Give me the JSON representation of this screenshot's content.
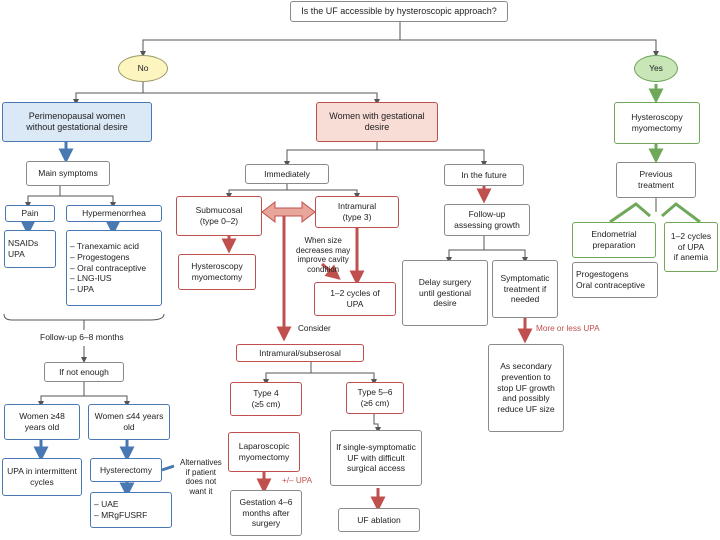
{
  "question": "Is the UF accessible by hysteroscopic approach?",
  "no": "No",
  "yes": "Yes",
  "left": {
    "header": "Perimenopausal women\nwithout gestational desire",
    "main_symptoms": "Main symptoms",
    "pain": "Pain",
    "hypermenorrhea": "Hypermenorrhea",
    "pain_treatment": "NSAIDs\nUPA",
    "hyper_treatment": "– Tranexamic acid\n– Progestogens\n– Oral contraceptive\n– LNG-IUS\n– UPA",
    "followup": "Follow-up 6–8 months",
    "not_enough": "If not enough",
    "women_48": "Women ≥48\nyears old",
    "women_44": "Women ≤44 years\nold",
    "upa_intermittent": "UPA in intermittent\ncycles",
    "hysterectomy": "Hysterectomy",
    "alternatives": "Alternatives\nif patient\ndoes not\nwant it",
    "uae": "– UAE\n– MRgFUSRF"
  },
  "center": {
    "header": "Women with gestational\ndesire",
    "immediately": "Immediately",
    "future": "In the future",
    "submucosal": "Submucosal\n(type 0–2)",
    "intramural": "Intramural\n(type 3)",
    "when_size": "When size\ndecreases may\nimprove cavity\ncondition",
    "hysteroscopy": "Hysteroscopy\nmyomectomy",
    "cycles_upa": "1–2 cycles of\nUPA",
    "consider": "Consider",
    "intramural_subserosal": "Intramural/subserosal",
    "type4": "Type 4\n(≥5 cm)",
    "type56": "Type 5–6\n(≥6 cm)",
    "laparoscopic": "Laparoscopic\nmyomectomy",
    "upa_plus": "+/– UPA",
    "single_symptomatic": "If single-symptomatic\nUF with difficult\nsurgical access",
    "gestation": "Gestation 4–6\nmonths after\nsurgery",
    "uf_ablation": "UF ablation",
    "followup_growth": "Follow-up\nassessing growth",
    "delay": "Delay surgery\nuntil gestional\ndesire",
    "symptomatic": "Symptomatic\ntreatment if\nneeded",
    "more_less_upa": "More or less UPA",
    "secondary": "As secondary\nprevention to\nstop UF growth\nand possibly\nreduce UF size"
  },
  "right": {
    "hysteroscopy": "Hysteroscopy\nmyomectomy",
    "previous": "Previous\ntreatment",
    "endometrial": "Endometrial\npreparation",
    "cycles_upa": "1–2 cycles\nof UPA\nif anemia",
    "progestogens": "Progestogens\nOral contraceptive"
  },
  "colors": {
    "blue": "#4a78b3",
    "blue_fill": "#dbe8f6",
    "red": "#c0504d",
    "red_fill": "#f8dcd6",
    "green": "#70a85a",
    "green_fill": "#c8e6b8",
    "yellow_fill": "#fdf5c0",
    "gray": "#8a8a8a"
  }
}
